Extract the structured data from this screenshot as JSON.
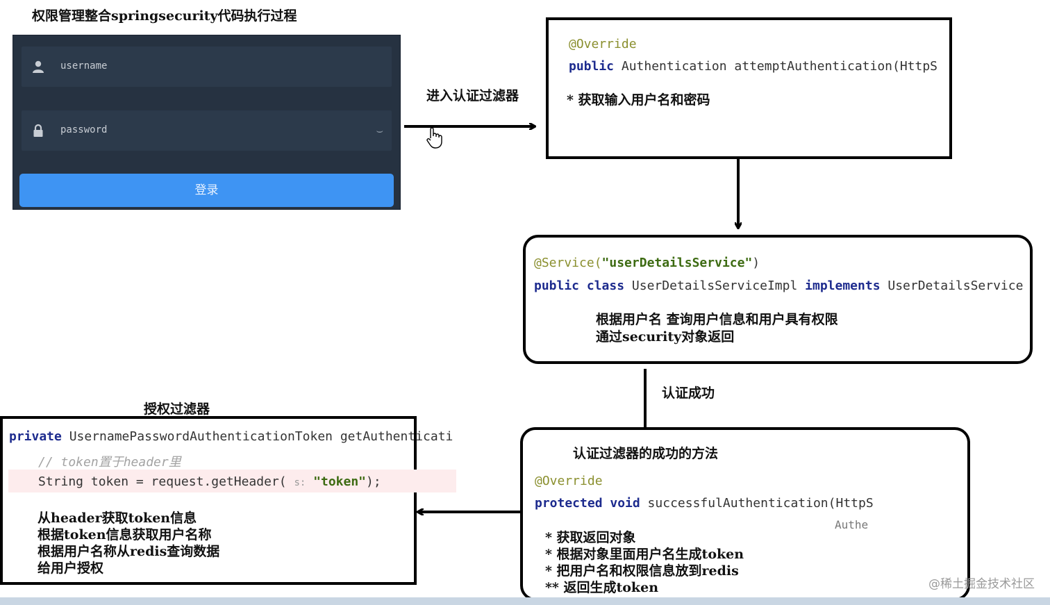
{
  "title": "权限管理整合springsecurity代码执行过程",
  "login_form": {
    "username_placeholder": "username",
    "password_placeholder": "password",
    "login_button": "登录"
  },
  "labels": {
    "enter_filter": "进入认证过滤器",
    "auth_success": "认证成功",
    "authz_filter": "授权过滤器"
  },
  "box1": {
    "annotation": "@Override",
    "keyword": "public",
    "signature": " Authentication attemptAuthentication(HttpS",
    "notes": [
      "* 获取输入用户名和密码"
    ]
  },
  "box2": {
    "annotation_prefix": "@Service(",
    "service_name": "\"userDetailsService\"",
    "annotation_suffix": ")",
    "kw_public": "public",
    "kw_class": "class",
    "class_name": " UserDetailsServiceImpl ",
    "kw_implements": "implements",
    "interface_name": " UserDetailsService",
    "notes": [
      "根据用户名 查询用户信息和用户具有权限",
      "通过security对象返回"
    ]
  },
  "box3": {
    "heading": "认证过滤器的成功的方法",
    "annotation": "@Override",
    "keyword": "protected void",
    "signature": " successfulAuthentication(HttpS",
    "wrap": "Authe",
    "notes": [
      "* 获取返回对象",
      "* 根据对象里面用户名生成token",
      "* 把用户名和权限信息放到redis",
      "** 返回生成token"
    ]
  },
  "box4": {
    "keyword": "private",
    "signature": " UsernamePasswordAuthenticationToken getAuthenticati",
    "comment": "// token置于header里",
    "line3_prefix": "String token = request.getHeader( ",
    "line3_param": "s:",
    "line3_string": " \"token\"",
    "line3_suffix": ");",
    "notes": [
      "从header获取token信息",
      "根据token信息获取用户名称",
      "根据用户名称从redis查询数据",
      "给用户授权"
    ]
  },
  "watermark": "@稀土掘金技术社区"
}
